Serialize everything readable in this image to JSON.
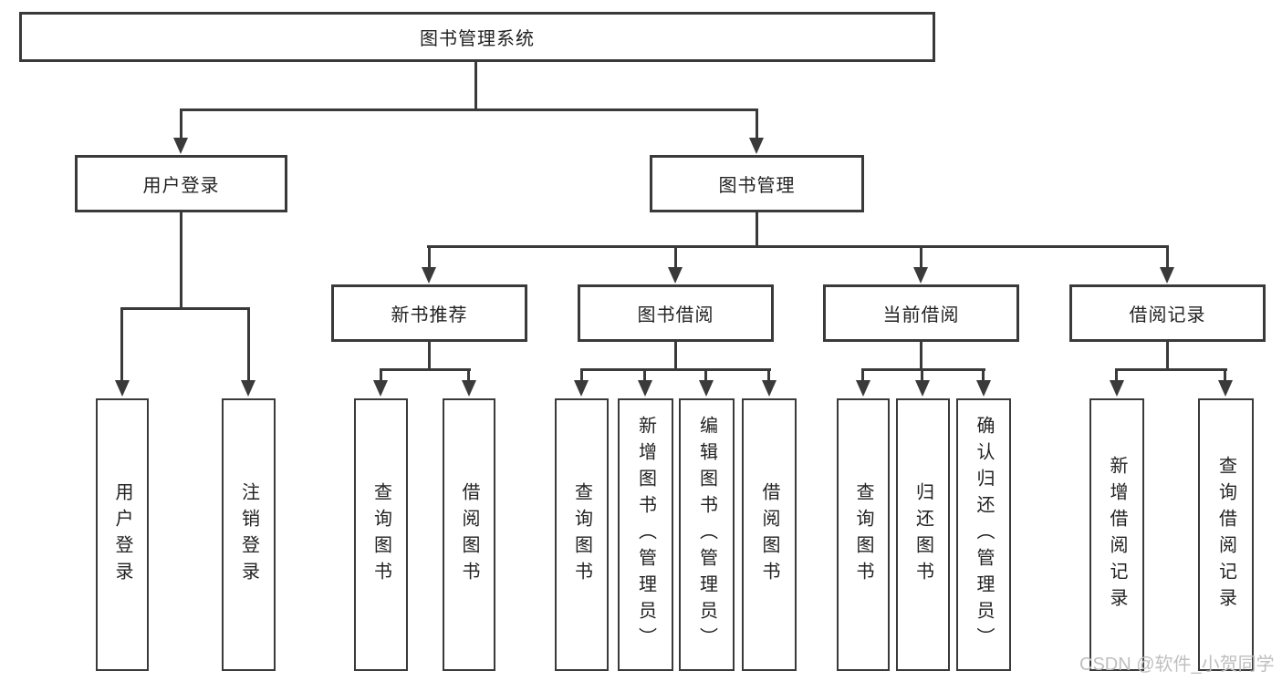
{
  "root": {
    "label": "图书管理系统"
  },
  "login": {
    "label": "用户登录",
    "children": [
      {
        "label": "用户登录"
      },
      {
        "label": "注销登录"
      }
    ]
  },
  "management": {
    "label": "图书管理",
    "sections": [
      {
        "label": "新书推荐",
        "children": [
          {
            "label": "查询图书"
          },
          {
            "label": "借阅图书"
          }
        ]
      },
      {
        "label": "图书借阅",
        "children": [
          {
            "label": "查询图书"
          },
          {
            "label": "新增图书（管理员）"
          },
          {
            "label": "编辑图书（管理员）"
          },
          {
            "label": "借阅图书"
          }
        ]
      },
      {
        "label": "当前借阅",
        "children": [
          {
            "label": "查询图书"
          },
          {
            "label": "归还图书"
          },
          {
            "label": "确认归还（管理员）"
          }
        ]
      },
      {
        "label": "借阅记录",
        "children": [
          {
            "label": "新增借阅记录"
          },
          {
            "label": "查询借阅记录"
          }
        ]
      }
    ]
  },
  "watermark": {
    "text": "CSDN @软件_小贺同学"
  },
  "colors": {
    "line": "#3a3a3a",
    "text": "#222222",
    "background": "#ffffff",
    "boxfill": "#ffffff",
    "watermark": "#bfbfbf"
  }
}
